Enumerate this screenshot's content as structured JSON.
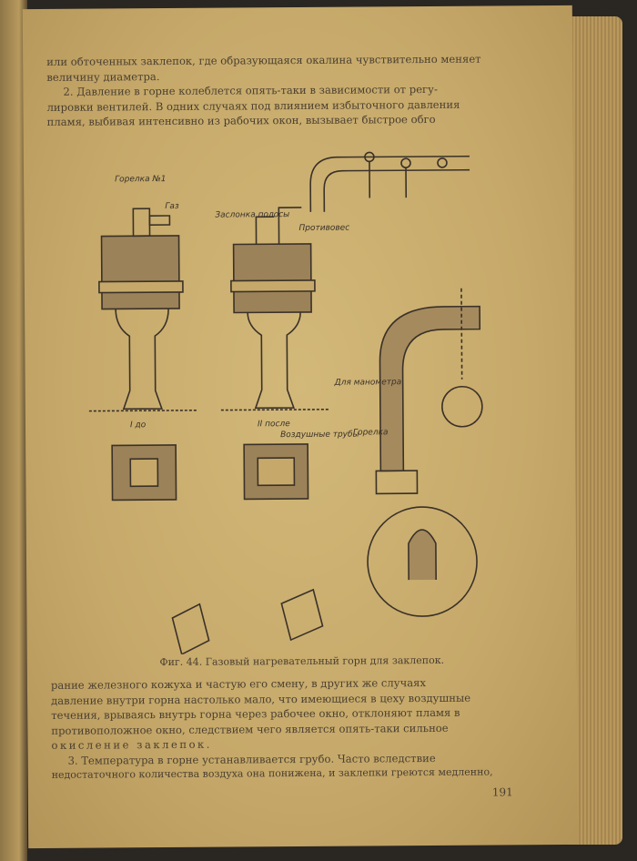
{
  "top_text": [
    "или обточенных заклепок, где образующаяся окалина чувствительно меняет",
    "величину диаметра.",
    "2. Давление в горне колеблется опять-таки в зависимости от регу-",
    "лировки вентилей. В одних случаях под влиянием избыточного давления",
    "пламя, выбивая интенсивно из рабочих окон, вызывает быстрое обго"
  ],
  "figure": {
    "caption": "Фиг. 44. Газовый нагревательный горн для заклепок.",
    "labels": {
      "burner1": "Горелка №1",
      "gas": "Газ",
      "damper": "Заслонка полосы",
      "counterweight": "Противовес",
      "manometer": "Для манометра",
      "burner": "Горелка",
      "before": "I до",
      "after": "II после",
      "air_pipes": "Воздушные трубы"
    }
  },
  "bottom_text": [
    "рание железного кожуха и частую его смену, в других же случаях",
    "давление внутри горна настолько мало, что имеющиеся в цеху воздушные",
    "течения, врываясь внутрь горна через рабочее окно, отклоняют пламя в",
    "противоположное окно, следствием чего является опять-таки сильное",
    "окисление заклепок.",
    "3. Температура в горне устанавливается грубо. Часто вследствие",
    "недостаточного количества воздуха она понижена, и заклепки греются медленно,"
  ],
  "page_number": "191"
}
